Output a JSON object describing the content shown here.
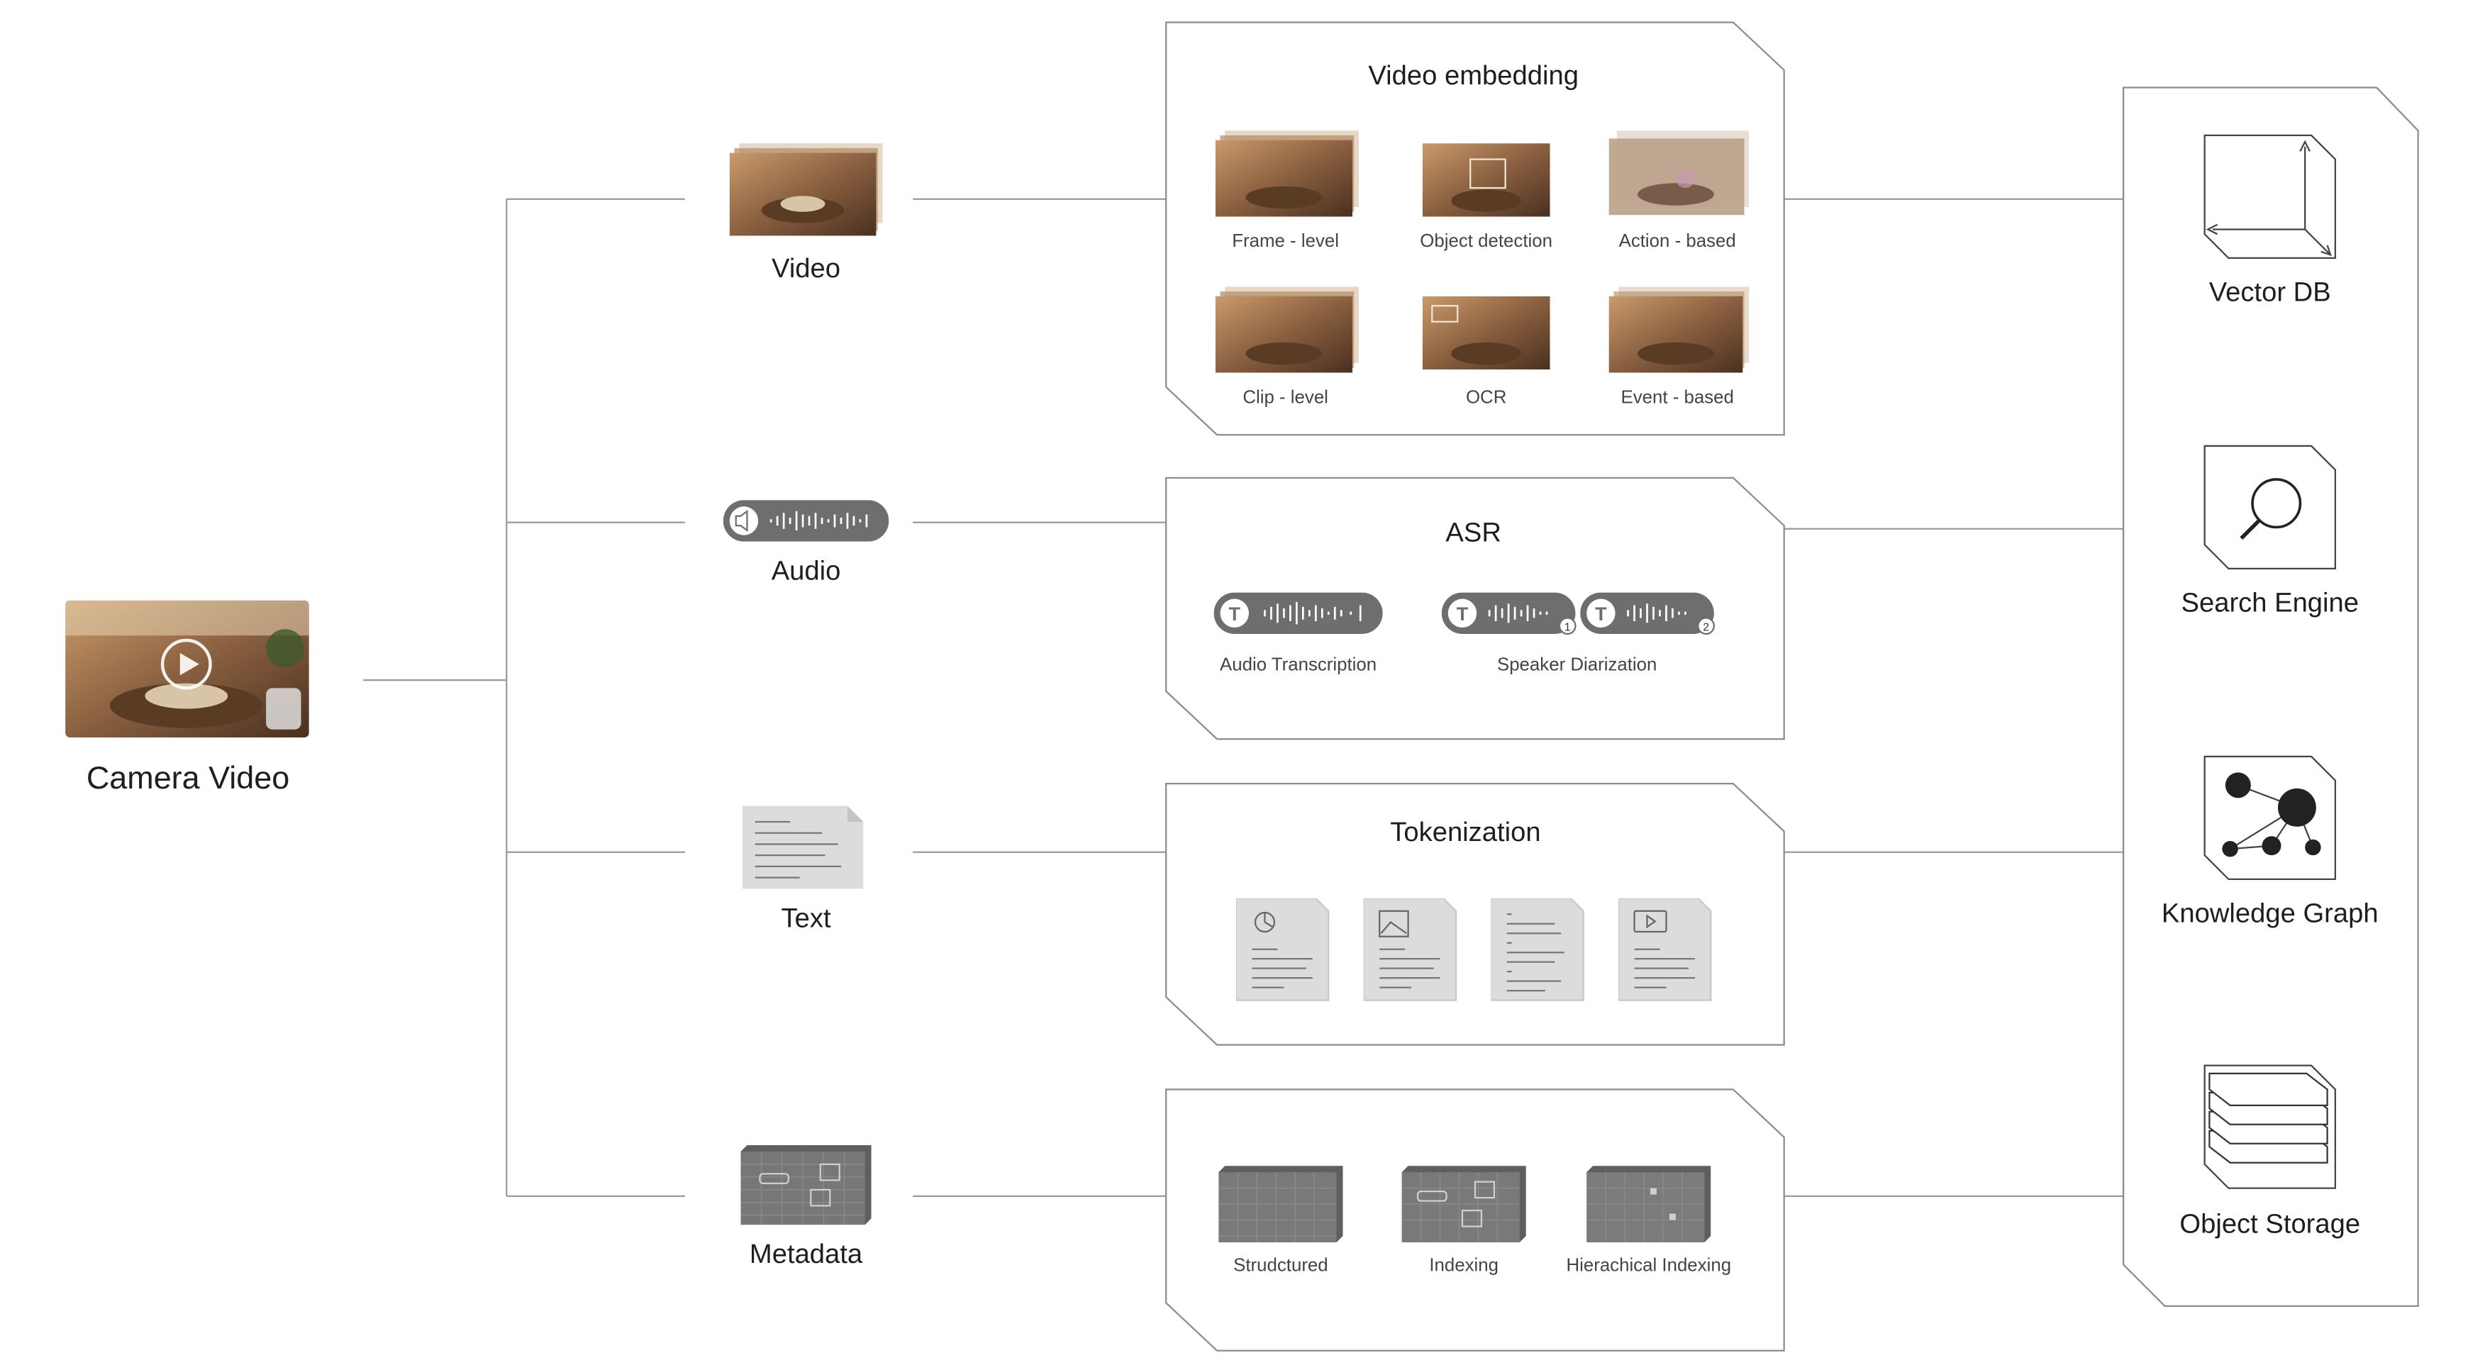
{
  "source": {
    "label": "Camera Video"
  },
  "modalities": {
    "video": "Video",
    "audio": "Audio",
    "text": "Text",
    "metadata": "Metadata"
  },
  "video_embedding": {
    "title": "Video embedding",
    "items": [
      "Frame - level",
      "Object detection",
      "Action - based",
      "Clip - level",
      "OCR",
      "Event - based"
    ]
  },
  "asr": {
    "title": "ASR",
    "items": [
      "Audio Transcription",
      "Speaker Diarization"
    ],
    "speaker_badges": [
      "1",
      "2"
    ],
    "transcript_glyph": "T"
  },
  "tokenization": {
    "title": "Tokenization"
  },
  "metadata_processing": {
    "items": [
      "Strudctured",
      "Indexing",
      "Hierachical Indexing"
    ]
  },
  "storage": {
    "items": [
      "Vector DB",
      "Search Engine",
      "Knowledge Graph",
      "Object Storage"
    ]
  },
  "icons": {
    "video": "video-thumbnail-stack",
    "audio": "audio-waveform-pill",
    "text": "text-document-icon",
    "metadata": "metadata-grid-icon",
    "vector_db": "cube-axes-icon",
    "search": "magnifier-icon",
    "graph": "graph-nodes-icon",
    "object_storage": "stacked-layers-icon"
  },
  "colors": {
    "line": "#9a9a9a",
    "panel_border": "#8c8c8c",
    "pill": "#6e6e6e",
    "doc": "#dcdcdc",
    "meta_dark": "#6a6a6a",
    "photo_warm": "#8a6040"
  }
}
